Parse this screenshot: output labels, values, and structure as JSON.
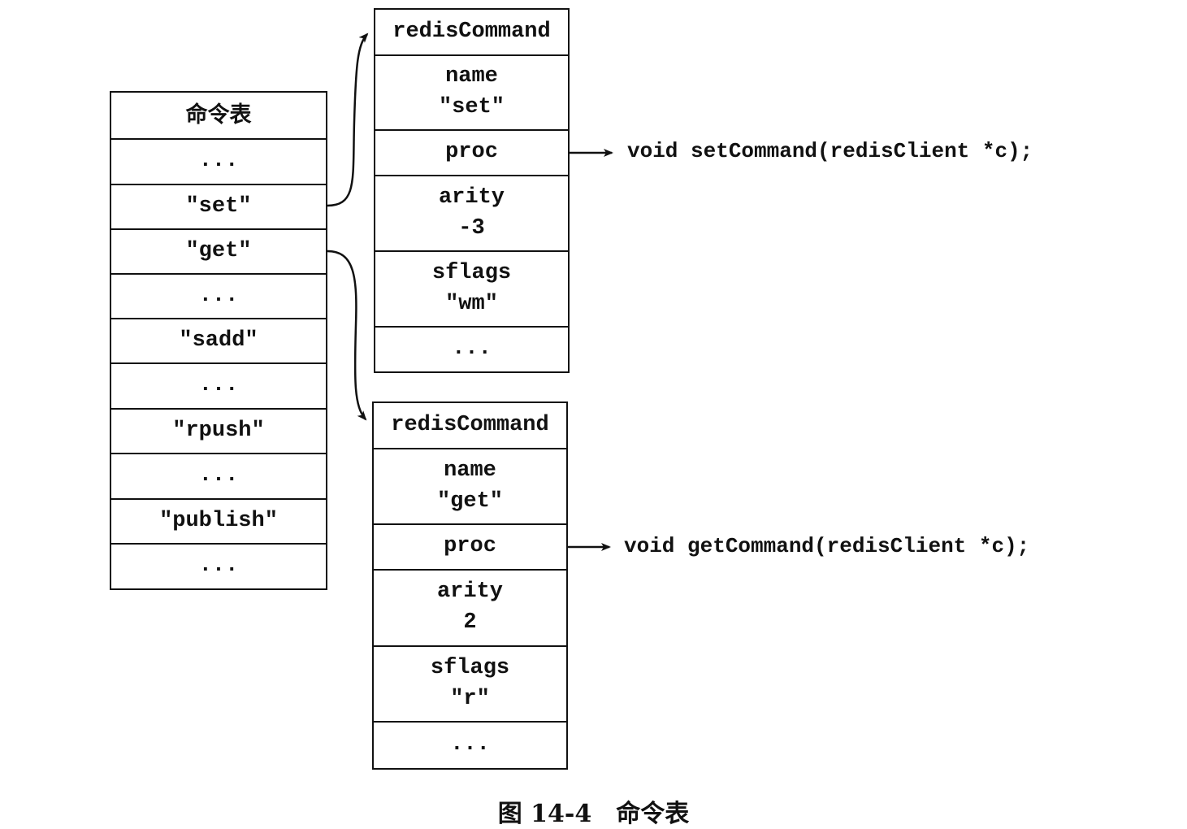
{
  "command_table": {
    "title": "命令表",
    "rows": [
      "...",
      "\"set\"",
      "\"get\"",
      "...",
      "\"sadd\"",
      "...",
      "\"rpush\"",
      "...",
      "\"publish\"",
      "..."
    ]
  },
  "set_command": {
    "header": "redisCommand",
    "fields": [
      "name\n\"set\"",
      "proc",
      "arity\n-3",
      "sflags\n\"wm\"",
      "..."
    ],
    "proc_target": "void setCommand(redisClient *c);"
  },
  "get_command": {
    "header": "redisCommand",
    "fields": [
      "name\n\"get\"",
      "proc",
      "arity\n2",
      "sflags\n\"r\"",
      "..."
    ],
    "proc_target": "void getCommand(redisClient *c);"
  },
  "caption": {
    "figure_number": "图 14-4",
    "title": "命令表"
  }
}
